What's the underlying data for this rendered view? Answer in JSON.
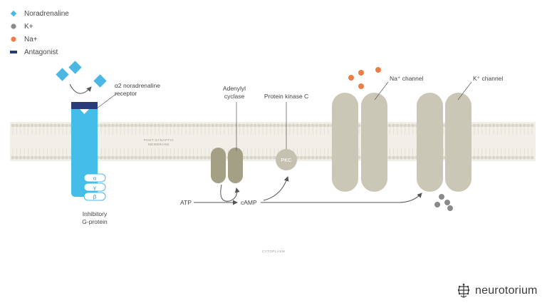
{
  "legend": {
    "noradrenaline": {
      "label": "Noradrenaline",
      "color": "#4bb8e3",
      "icon": "diamond-icon"
    },
    "potassium": {
      "label": "K+",
      "color": "#8a8a8a",
      "icon": "circle-icon"
    },
    "sodium": {
      "label": "Na+",
      "color": "#ee7d45",
      "icon": "circle-icon"
    },
    "antagonist": {
      "label": "Antagonist",
      "color": "#2a3b7a",
      "icon": "bar-icon"
    }
  },
  "labels": {
    "receptor_line1": "α2 noradrenaline",
    "receptor_line2": "receptor",
    "adenylyl_line1": "Adenylyl",
    "adenylyl_line2": "cyclase",
    "pkc_title": "Protein kinase C",
    "na_channel": "Na⁺ channel",
    "k_channel": "K⁺ channel",
    "membrane_line1": "POST-SYNAPTIC",
    "membrane_line2": "MEMBRANE",
    "gprotein_line1": "Inhibitory",
    "gprotein_line2": "G-protein",
    "atp": "ATP",
    "camp": "cAMP",
    "pkc": "PKC",
    "cytoplasm": "CYTOPLASM"
  },
  "gprotein_subunits": [
    "α",
    "γ",
    "β"
  ],
  "brand": {
    "name": "neurotorium",
    "icon": "brain-logo-icon"
  },
  "colors": {
    "receptor": "#45bde9",
    "enzyme": "#a3a086",
    "channel": "#cbc7b6",
    "pkc": "#c5c1b0",
    "membrane": "#f1efe7",
    "arrow": "#555555"
  }
}
